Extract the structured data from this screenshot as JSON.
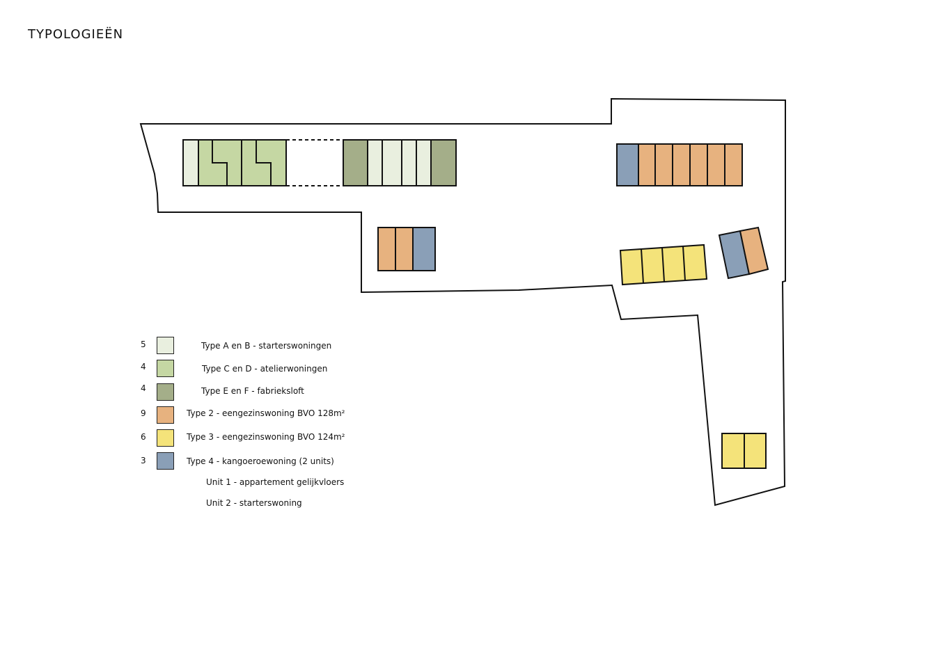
{
  "title": "TYPOLOGIEËN",
  "colors": {
    "type_ab": "#e9efdf",
    "type_cd": "#c5d7a3",
    "type_ef": "#a4ae89",
    "type_2": "#e7b27f",
    "type_3": "#f4e37a",
    "type_4": "#8a9fb7"
  },
  "legend": [
    {
      "count": "5",
      "label": "Type A en B - starterswoningen"
    },
    {
      "count": "4",
      "label": "Type C en D - atelierwoningen"
    },
    {
      "count": "4",
      "label": "Type E en F - fabrieksloft"
    },
    {
      "count": "9",
      "label": "Type 2 - eengezinswoning BVO 128m²"
    },
    {
      "count": "6",
      "label": "Type 3 - eengezinswoning BVO 124m²"
    },
    {
      "count": "3",
      "label": "Type 4 - kangoeroewoning (2 units)"
    }
  ],
  "sub_notes": [
    "Unit 1 - appartement gelijkvloers",
    "Unit 2 - starterswoning"
  ]
}
